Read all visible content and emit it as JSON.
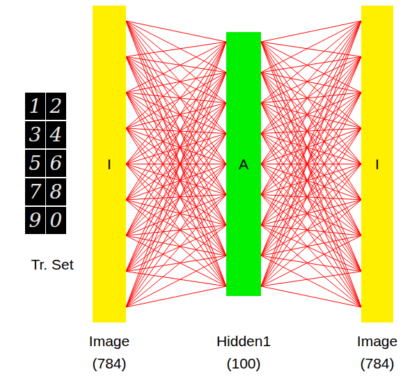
{
  "diagram": {
    "nodes": [
      {
        "text": [
          "I",
          "Image (784)"
        ]
      },
      {
        "text": [
          "A",
          "Hidden1 (100)"
        ]
      },
      {
        "text": [
          "I",
          "Image (784)"
        ]
      }
    ],
    "edges": [
      {
        "from": 0,
        "to": 1,
        "arrow": "none"
      },
      {
        "from": 1,
        "to": 2,
        "arrow": "none"
      }
    ],
    "labels": [
      "1",
      "2",
      "3",
      "4",
      "5",
      "6",
      "7",
      "8",
      "9",
      "0",
      "Tr. Set"
    ]
  }
}
